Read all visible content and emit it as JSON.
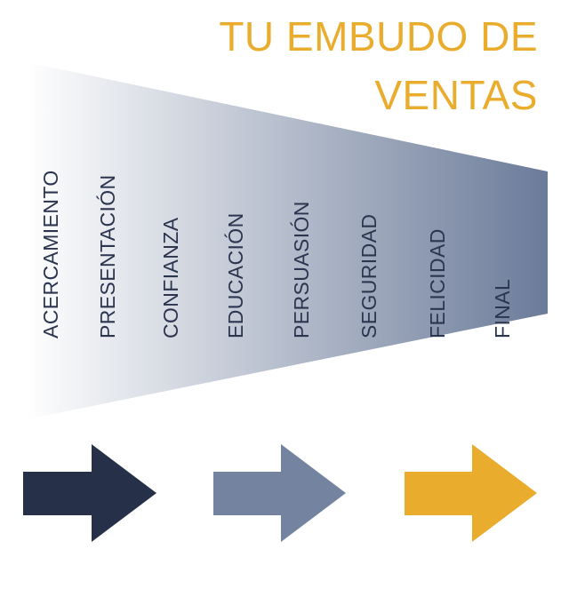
{
  "title": {
    "line1": "TU EMBUDO DE",
    "line2": "VENTAS"
  },
  "funnel": {
    "stages": [
      "ACERCAMIENTO",
      "PRESENTACIÓN",
      "CONFIANZA",
      "EDUCACIÓN",
      "PERSUASIÓN",
      "SEGURIDAD",
      "FELICIDAD",
      "FINAL"
    ],
    "gradient_start_color": "#ffffff",
    "gradient_end_color": "#6b7b99"
  },
  "colors": {
    "title": "#e9ac2c",
    "label_text": "#2c3550",
    "arrow_dark": "#263149",
    "arrow_mid": "#74839f",
    "arrow_gold": "#eaac2c"
  },
  "arrows": [
    {
      "icon": "arrow-right-icon",
      "color_key": "arrow_dark"
    },
    {
      "icon": "arrow-right-icon",
      "color_key": "arrow_mid"
    },
    {
      "icon": "arrow-right-icon",
      "color_key": "arrow_gold"
    }
  ]
}
